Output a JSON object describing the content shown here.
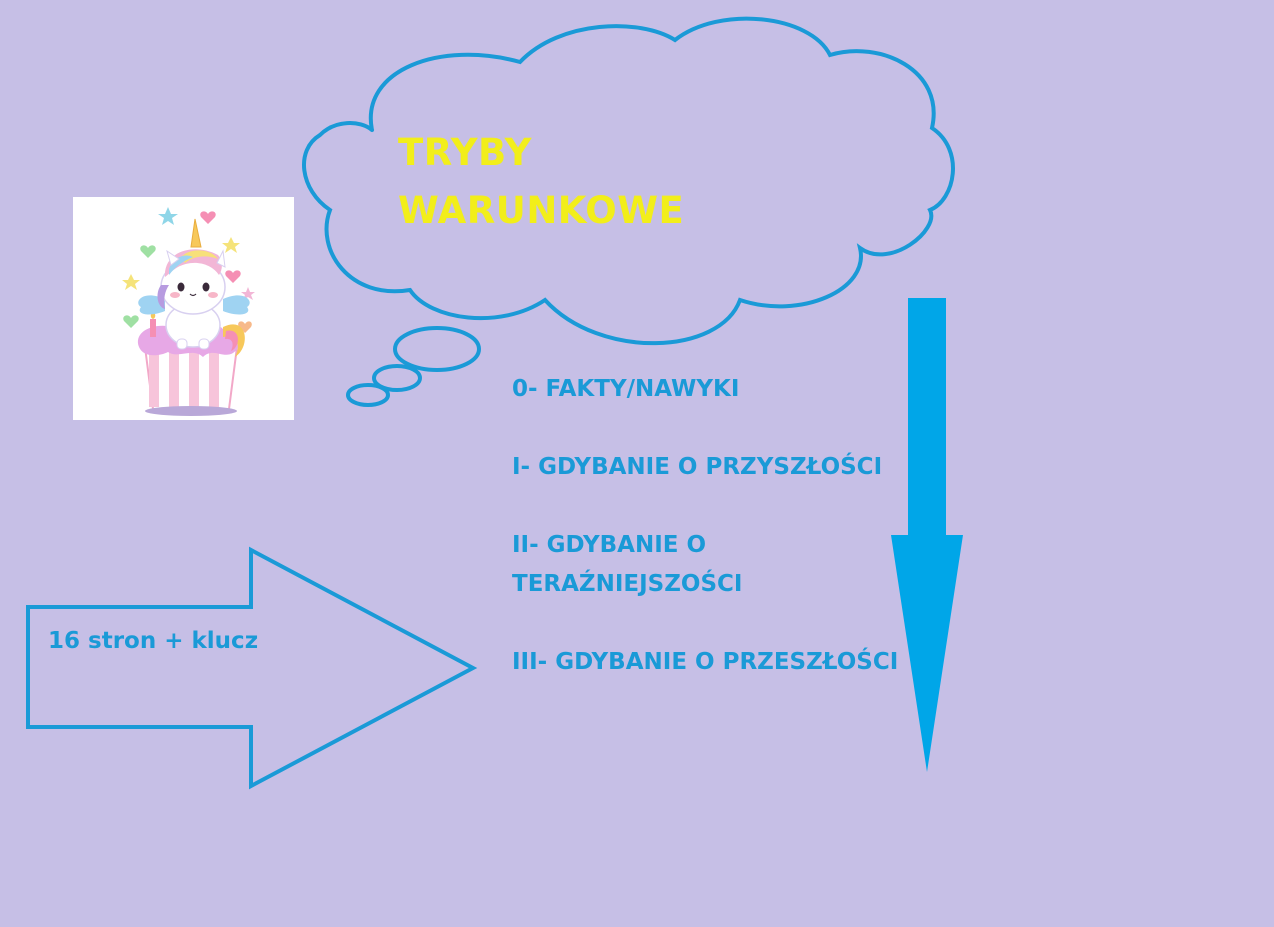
{
  "cloud": {
    "title_line1": "TRYBY",
    "title_line2": "WARUNKOWE"
  },
  "list": {
    "items": [
      "0- FAKTY/NAWYKI",
      "I- GDYBANIE O PRZYSZŁOŚCI",
      "II- GDYBANIE O TERAŹNIEJSZOŚCI",
      "III- GDYBANIE O PRZESZŁOŚCI"
    ]
  },
  "arrow": {
    "label": "16 stron + klucz"
  },
  "illustration": {
    "icon": "unicorn-cupcake-icon"
  },
  "colors": {
    "background": "#c6bfe6",
    "accent_blue": "#1a9ad7",
    "down_arrow": "#00a6e8",
    "title_yellow": "#f2ee1a"
  }
}
